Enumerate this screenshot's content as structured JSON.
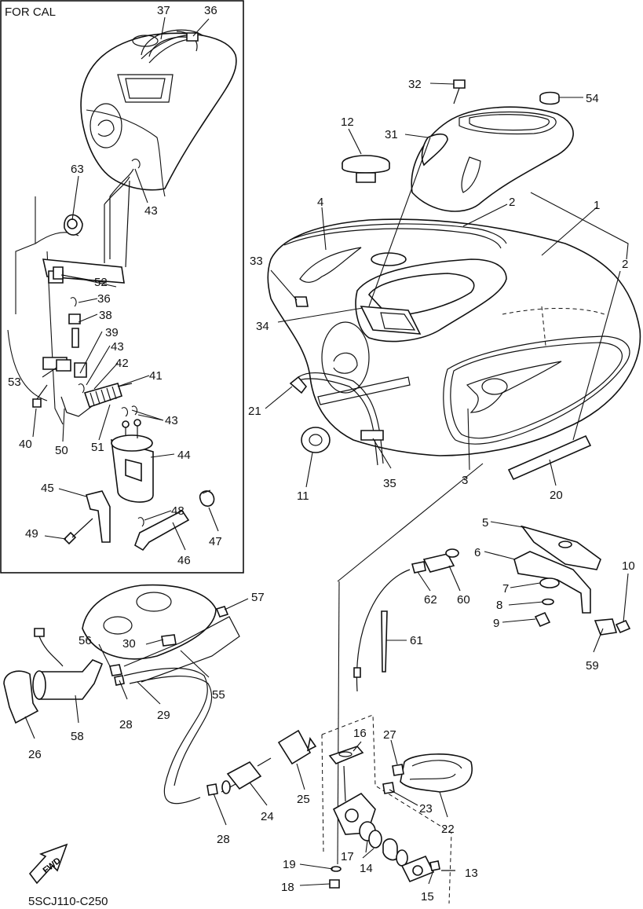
{
  "inset": {
    "caption": "FOR CAL"
  },
  "footer": {
    "diagram_code": "5SCJ110-C250",
    "direction_badge": "FWD"
  },
  "parts": {
    "p1": "1",
    "p2a": "2",
    "p2b": "2",
    "p3": "3",
    "p4": "4",
    "p5": "5",
    "p6": "6",
    "p7": "7",
    "p8": "8",
    "p9": "9",
    "p10": "10",
    "p11": "11",
    "p12": "12",
    "p13": "13",
    "p14": "14",
    "p15": "15",
    "p16": "16",
    "p17": "17",
    "p18": "18",
    "p19": "19",
    "p20": "20",
    "p21": "21",
    "p22": "22",
    "p23": "23",
    "p24": "24",
    "p25": "25",
    "p26": "26",
    "p27": "27",
    "p28a": "28",
    "p28b": "28",
    "p29": "29",
    "p30": "30",
    "p31": "31",
    "p32": "32",
    "p33": "33",
    "p34": "34",
    "p35": "35",
    "p36a": "36",
    "p36b": "36",
    "p37": "37",
    "p38": "38",
    "p39": "39",
    "p40": "40",
    "p41": "41",
    "p42": "42",
    "p43a": "43",
    "p43b": "43",
    "p43c": "43",
    "p44": "44",
    "p45": "45",
    "p46": "46",
    "p47": "47",
    "p48": "48",
    "p49": "49",
    "p50": "50",
    "p51": "51",
    "p52": "52",
    "p53": "53",
    "p54": "54",
    "p55": "55",
    "p56": "56",
    "p57": "57",
    "p58": "58",
    "p59": "59",
    "p60": "60",
    "p61": "61",
    "p62": "62",
    "p63": "63"
  }
}
